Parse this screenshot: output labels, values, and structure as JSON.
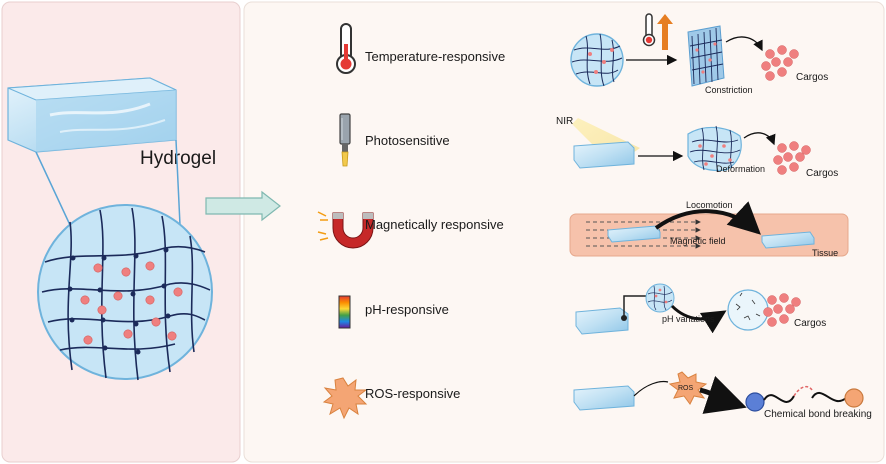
{
  "left_panel": {
    "material_label": "Hydrogel"
  },
  "rows": [
    {
      "label": "Temperature-responsive",
      "icon": "thermometer-icon"
    },
    {
      "label": "Photosensitive",
      "icon": "light-pen-icon"
    },
    {
      "label": "Magnetically responsive",
      "icon": "magnet-icon"
    },
    {
      "label": "pH-responsive",
      "icon": "ph-scale-icon"
    },
    {
      "label": "ROS-responsive",
      "icon": "ros-burst-icon"
    }
  ],
  "schemes": {
    "temperature": {
      "state_label": "Constriction",
      "release_label": "Cargos"
    },
    "photo": {
      "source_label": "NIR",
      "state_label": "Deformation",
      "release_label": "Cargos"
    },
    "magnetic": {
      "motion_label": "Locomotion",
      "field_label": "Magnetic field",
      "site_label": "Tissue"
    },
    "ph": {
      "trigger_label": "pH variations",
      "release_label": "Cargos"
    },
    "ros": {
      "burst_label": "ROS",
      "result_label": "Chemical bond breaking"
    }
  },
  "colors": {
    "left_bg": "#fbeaea",
    "right_bg": "#fdf7f3",
    "gel_blue": "#bfe0f3",
    "gel_edge": "#6fb3dc",
    "network": "#1b2a5a",
    "cargo": "#ef7f7f",
    "tissue": "#f6c2ab",
    "burst": "#f4a574"
  }
}
